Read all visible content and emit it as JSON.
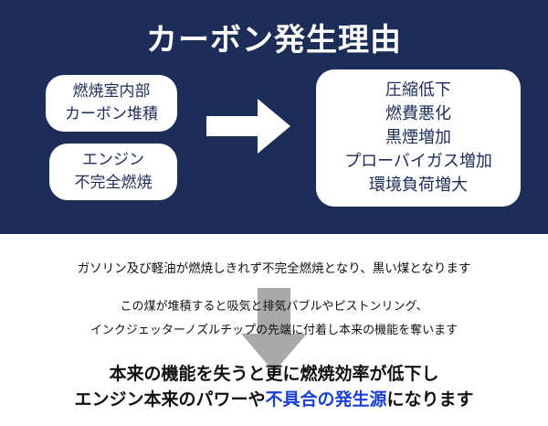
{
  "title": "カーボン発生理由",
  "causes": [
    {
      "line1": "燃焼室内部",
      "line2": "カーボン堆積"
    },
    {
      "line1": "エンジン",
      "line2": "不完全燃焼"
    }
  ],
  "effects": [
    "圧縮低下",
    "燃費悪化",
    "黒煙増加",
    "プローバイガス増加",
    "環境負荷増大"
  ],
  "explanation": {
    "line1": "ガソリン及び軽油が燃焼しきれず不完全燃焼となり、黒い煤となります",
    "line2": "この煤が堆積すると吸気と排気バブルやピストンリング、",
    "line3": "インクジェッターノズルチップの先端に付着し本来の機能を奪います"
  },
  "conclusion": {
    "line1": "本来の機能を失うと更に燃焼効率が低下し",
    "line2_prefix": "エンジン本来のパワーや",
    "line2_accent": "不具合の発生源",
    "line2_suffix": "になります"
  },
  "colors": {
    "navy": "#1c2d57",
    "accent": "#1a3fd6",
    "arrow_gray": "#9a9a9a"
  },
  "icons": {
    "right_arrow": "arrow-right-icon",
    "down_arrow": "arrow-down-icon"
  }
}
